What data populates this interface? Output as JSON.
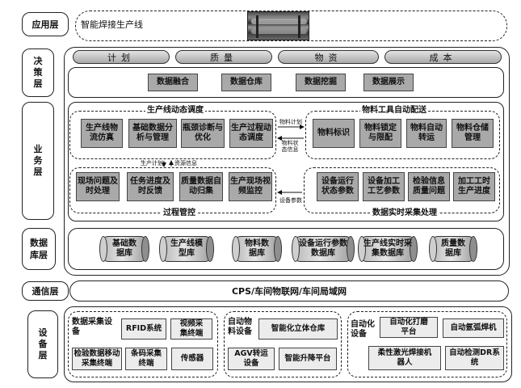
{
  "layers": {
    "application": "应用层",
    "decision": "决策层",
    "business": "业务层",
    "database": "数据库层",
    "communication": "通信层",
    "equipment": "设备层"
  },
  "application": {
    "text": "智能焊接生产线"
  },
  "decision": {
    "pills": [
      "计划",
      "质量",
      "物资",
      "成本"
    ],
    "boxes": [
      "数据融合",
      "数据仓库",
      "数据挖掘",
      "数据展示"
    ]
  },
  "business": {
    "dispatch": {
      "title": "生产线动态调度",
      "boxes": [
        "生产线物流仿真",
        "基础数据分析与管理",
        "瓶颈诊断与优化",
        "生产过程动态调度"
      ]
    },
    "material": {
      "title": "物料工具自动配送",
      "boxes": [
        "物料标识",
        "物料锁定与限配",
        "物料自动转运",
        "物料仓储管理"
      ]
    },
    "control": {
      "title": "过程管控",
      "boxes": [
        "现场问题及时处理",
        "任务进度及时反馈",
        "质量数据自动归集",
        "生产现场视频监控"
      ]
    },
    "collection": {
      "title": "数据实时采集处理",
      "boxes": [
        "设备运行状态参数",
        "设备加工工艺参数",
        "检验信息质量问题",
        "加工工时生产进度"
      ]
    },
    "links": {
      "material_plan": "物料计划",
      "material_status": "物料状态信息",
      "production_plan": "生产计划",
      "resource_info": "资源信息",
      "equipment_params": "设备参数"
    }
  },
  "database": {
    "items": [
      "基础数据库",
      "生产线模型库",
      "物料数据库",
      "设备运行参数数据库",
      "生产线实时采集数据库",
      "质量数据库"
    ]
  },
  "communication": {
    "text": "CPS/车间物联网/车间局域网"
  },
  "equipment": {
    "collection": {
      "title": "数据采集设备",
      "boxes": [
        "RFID系统",
        "视频采集终端",
        "检验数据移动采集终端",
        "条码采集终端",
        "传感器"
      ]
    },
    "logistics": {
      "title": "自动物料设备",
      "boxes": [
        "智能化立体仓库",
        "AGV转运设备",
        "智能升降平台"
      ]
    },
    "automation": {
      "title": "自动化设备",
      "boxes": [
        "自动化打磨平台",
        "自动氩弧焊机",
        "柔性激光焊接机器人",
        "自动检测DR系统"
      ]
    }
  }
}
